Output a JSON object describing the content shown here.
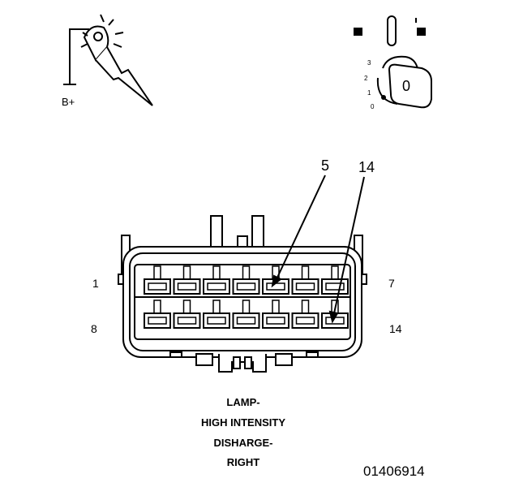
{
  "probe": {
    "label": "B+"
  },
  "ignition": {
    "positions": [
      "3",
      "2",
      "1",
      "0"
    ],
    "key_label": "0"
  },
  "connector": {
    "pin_labels": {
      "top_left": "1",
      "top_right": "7",
      "bottom_left": "8",
      "bottom_right": "14"
    },
    "callouts": [
      "5",
      "14"
    ],
    "top_row_count": 7,
    "bottom_row_count": 7
  },
  "caption": {
    "line1": "LAMP-",
    "line2": "HIGH INTENSITY",
    "line3": "DISHARGE-",
    "line4": "RIGHT"
  },
  "figure_id": "01406914"
}
